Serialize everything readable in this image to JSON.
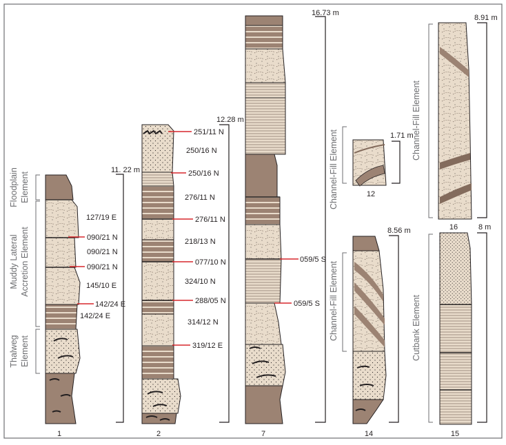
{
  "colors": {
    "sand": "#e9dccb",
    "mud": "#9c8373",
    "mud_dark": "#836b5c",
    "stroke": "#231f20",
    "measure_line": "#d7262b",
    "element_text": "#6d6e71",
    "border": "#6d6e71"
  },
  "sections": [
    {
      "id": "1",
      "label": "1",
      "thickness": "",
      "annotations": [
        "127/19 E",
        "090/21 N",
        "090/21 N",
        "090/21 N",
        "145/10 E",
        "142/24 E",
        "142/24 E"
      ]
    },
    {
      "id": "2",
      "label": "2",
      "thickness": "11. 22 m",
      "annotations": [
        "251/11 N",
        "250/16 N",
        "250/16 N",
        "276/11 N",
        "276/11 N",
        "218/13 N",
        "077/10 N",
        "324/10 N",
        "288/05 N",
        "314/12 N",
        "319/12 E"
      ]
    },
    {
      "id": "7",
      "label": "7",
      "thickness": "12.28 m",
      "annotations": [
        "059/5 S",
        "059/5 S"
      ]
    },
    {
      "id": "12",
      "label": "12",
      "thickness": "1.71 m",
      "annotations": []
    },
    {
      "id": "14",
      "label": "14",
      "thickness": "8.56 m",
      "annotations": []
    },
    {
      "id": "16",
      "label": "16",
      "thickness": "8.91 m",
      "annotations": []
    },
    {
      "id": "15",
      "label": "15",
      "thickness": "8 m",
      "annotations": []
    }
  ],
  "section7_top_thickness": "16.73 m",
  "elements": {
    "floodplain": [
      "Floodplain",
      "Element"
    ],
    "muddy_lateral": [
      "Muddy Lateral",
      "Accretion Element"
    ],
    "thalweg": [
      "Thalweg",
      "Element"
    ],
    "channel_fill_12": "Channel-Fill Element",
    "channel_fill_14": "Channel-Fill Element",
    "channel_fill_16": "Channel-Fill Element",
    "cutbank": "Cutbank Element"
  }
}
